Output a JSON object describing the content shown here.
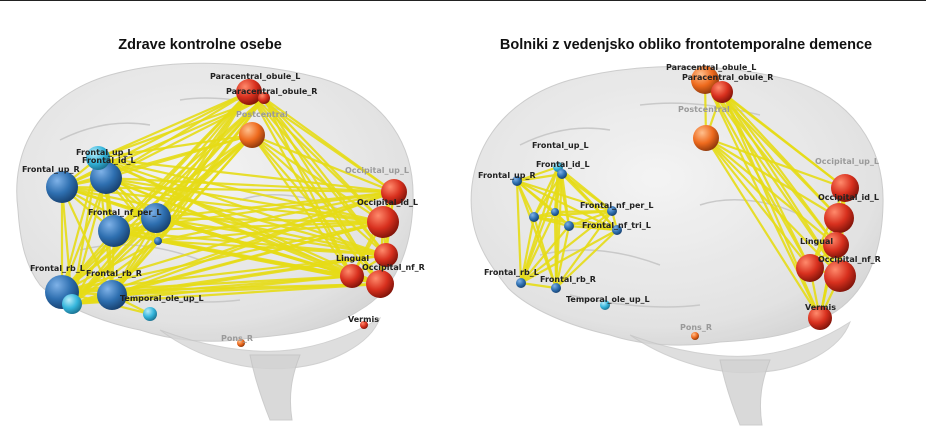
{
  "colors": {
    "frontal": "#2e6fb0",
    "frontal_light": "#35b6dc",
    "occipital": "#d8301e",
    "parietal": "#ee6a1d",
    "edge": "#e6dc16",
    "brain": "#d9d9d9"
  },
  "panels": [
    {
      "title": "Zdrave kontrolne osebe",
      "labels": [
        "Paracentral_obule_L",
        "Paracentral_obule_R",
        "Postcentral",
        "Frontal_up_L",
        "Frontal_id_L",
        "Frontal_up_R",
        "Frontal_nf_per_L",
        "Frontal_rb_L",
        "Frontal_rb_R",
        "Temporal_ole_up_L",
        "Occipital_up_L",
        "Occipital_id_L",
        "Lingual",
        "Occipital_nf_R",
        "Vermis",
        "Pons_R"
      ]
    },
    {
      "title": "Bolniki z vedenjsko obliko frontotemporalne demence",
      "labels": [
        "Paracentral_obule_L",
        "Paracentral_obule_R",
        "Postcentral",
        "Frontal_up_L",
        "Frontal_id_L",
        "Frontal_up_R",
        "Frontal_nf_per_L",
        "Frontal_nf_tri_L",
        "Frontal_rb_L",
        "Frontal_rb_R",
        "Temporal_ole_up_L",
        "Occipital_up_L",
        "Occipital_id_L",
        "Lingual",
        "Occipital_nf_R",
        "Vermis",
        "Pons_R"
      ]
    }
  ]
}
